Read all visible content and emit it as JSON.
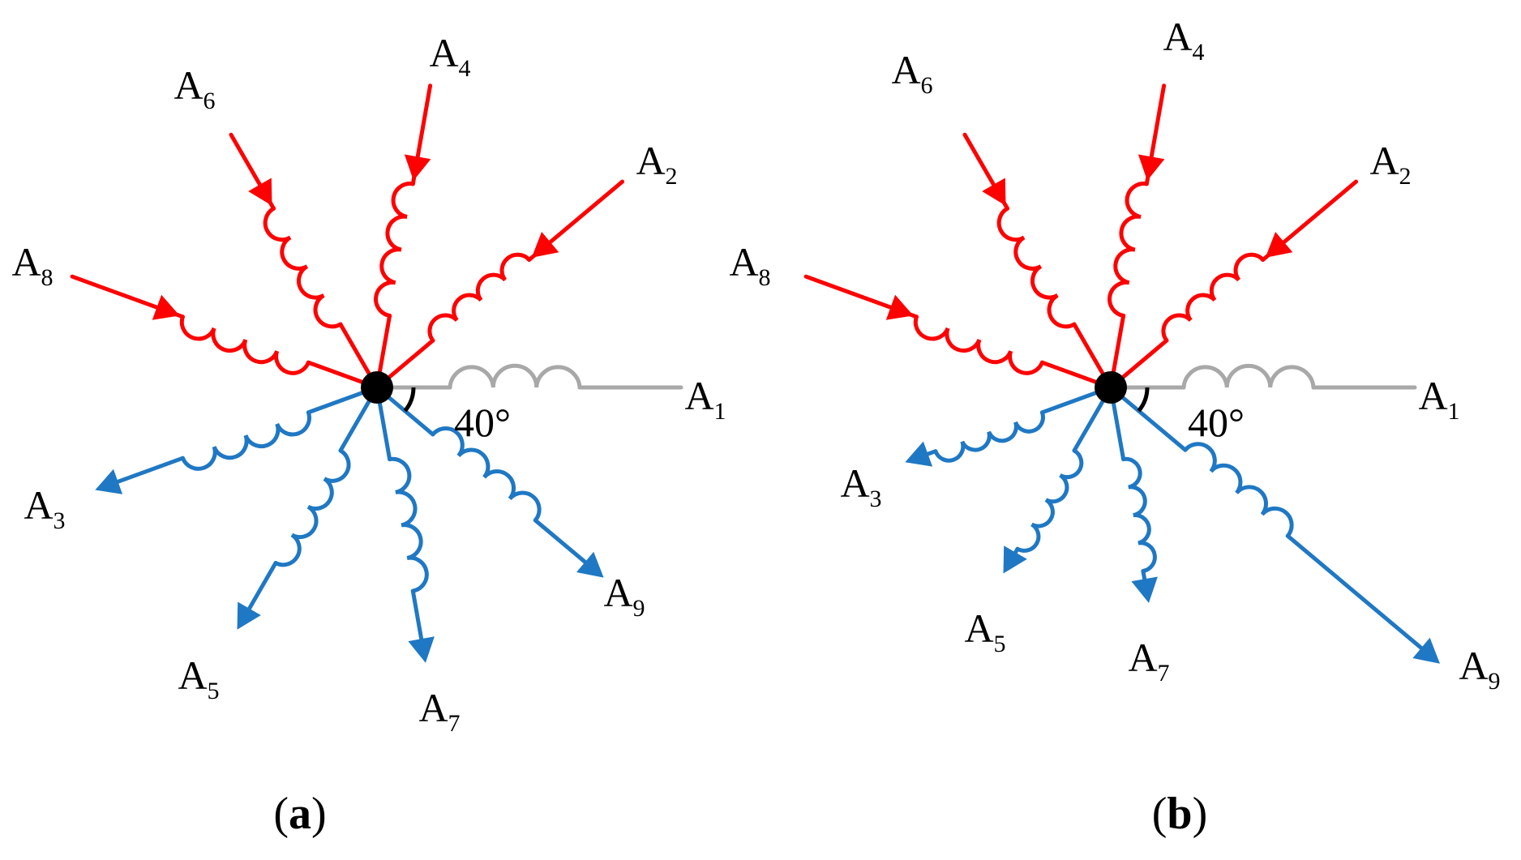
{
  "colors": {
    "incoming": "#ff0000",
    "outgoing": "#1f78c4",
    "reference": "#a8a8a8",
    "node": "#000000",
    "text": "#000000"
  },
  "panels": [
    {
      "caption": {
        "open": "(",
        "letter": "a",
        "close": ")"
      },
      "angle_label": "40°",
      "branches": [
        {
          "id": "A1",
          "letter": "A",
          "index": "1",
          "direction_deg": 0,
          "role": "reference"
        },
        {
          "id": "A2",
          "letter": "A",
          "index": "2",
          "direction_deg": 40,
          "role": "incoming"
        },
        {
          "id": "A3",
          "letter": "A",
          "index": "3",
          "direction_deg": 200,
          "role": "outgoing"
        },
        {
          "id": "A4",
          "letter": "A",
          "index": "4",
          "direction_deg": 80,
          "role": "incoming"
        },
        {
          "id": "A5",
          "letter": "A",
          "index": "5",
          "direction_deg": 240,
          "role": "outgoing"
        },
        {
          "id": "A6",
          "letter": "A",
          "index": "6",
          "direction_deg": 120,
          "role": "incoming"
        },
        {
          "id": "A7",
          "letter": "A",
          "index": "7",
          "direction_deg": 280,
          "role": "outgoing"
        },
        {
          "id": "A8",
          "letter": "A",
          "index": "8",
          "direction_deg": 160,
          "role": "incoming"
        },
        {
          "id": "A9",
          "letter": "A",
          "index": "9",
          "direction_deg": 320,
          "role": "outgoing"
        }
      ]
    },
    {
      "caption": {
        "open": "(",
        "letter": "b",
        "close": ")"
      },
      "angle_label": "40°",
      "branches": [
        {
          "id": "A1",
          "letter": "A",
          "index": "1",
          "direction_deg": 0,
          "role": "reference"
        },
        {
          "id": "A2",
          "letter": "A",
          "index": "2",
          "direction_deg": 40,
          "role": "incoming"
        },
        {
          "id": "A3",
          "letter": "A",
          "index": "3",
          "direction_deg": 200,
          "role": "outgoing"
        },
        {
          "id": "A4",
          "letter": "A",
          "index": "4",
          "direction_deg": 80,
          "role": "incoming"
        },
        {
          "id": "A5",
          "letter": "A",
          "index": "5",
          "direction_deg": 240,
          "role": "outgoing"
        },
        {
          "id": "A6",
          "letter": "A",
          "index": "6",
          "direction_deg": 120,
          "role": "incoming"
        },
        {
          "id": "A7",
          "letter": "A",
          "index": "7",
          "direction_deg": 280,
          "role": "outgoing"
        },
        {
          "id": "A8",
          "letter": "A",
          "index": "8",
          "direction_deg": 160,
          "role": "incoming"
        },
        {
          "id": "A9",
          "letter": "A",
          "index": "9",
          "direction_deg": 320,
          "role": "outgoing"
        }
      ]
    }
  ]
}
